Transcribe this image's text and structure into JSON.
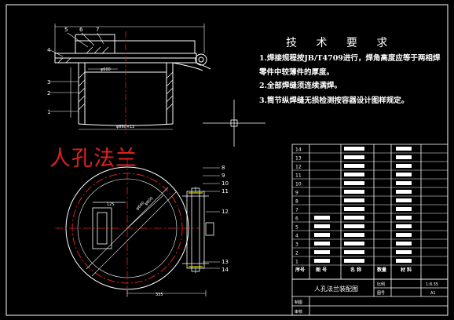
{
  "drawing": {
    "big_title": "人孔法兰",
    "requirements": {
      "title": "技 术 要 求",
      "lines": [
        "1.焊接规程按JB/T4709进行，焊角高度应等于两相焊",
        "零件中较薄件的厚度。",
        "2.全部焊缝须连续满焊。",
        "3.筒节纵焊缝无损检测按容器设计图样规定。"
      ]
    },
    "leaders_top": [
      "5",
      "6",
      "7",
      "4",
      "3",
      "2",
      "1"
    ],
    "leaders_bottom": [
      "8",
      "9",
      "10",
      "11",
      "12",
      "13",
      "14"
    ],
    "bom": {
      "item_numbers": [
        "14",
        "13",
        "12",
        "11",
        "10",
        "9",
        "8",
        "7",
        "6",
        "5",
        "4",
        "3",
        "2",
        "1"
      ],
      "header": [
        "序号",
        "图 号",
        "名 称",
        "数量",
        "材 料"
      ]
    },
    "title_block": {
      "name": "人孔法兰装配图",
      "scale_label": "比例",
      "scale_value": "1:8.35",
      "sheet_label": "图号",
      "sheet_value": "A1",
      "drawn_label": "制图",
      "checked_label": "审核"
    }
  },
  "colors": {
    "background": "#000000",
    "line": "#ffffff",
    "accent_red": "#e02020",
    "yellow": "#e8d000",
    "cyan": "#30c0e0"
  }
}
